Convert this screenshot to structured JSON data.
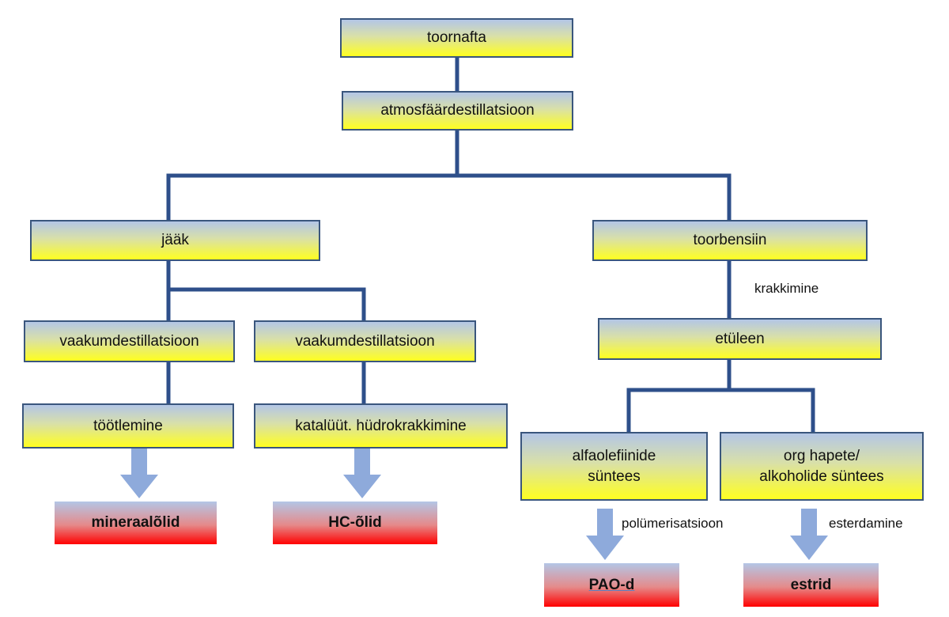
{
  "colors": {
    "connector": "#2e4f8a",
    "arrow": "#8eaadb",
    "box_border": "#3a567d"
  },
  "nodes": {
    "toornafta": "toornafta",
    "atmosfaar": "atmosfäärdestillatsioon",
    "jaak": "jääk",
    "toorbensiin": "toorbensiin",
    "vaakum1": "vaakumdestillatsioon",
    "vaakum2": "vaakumdestillatsioon",
    "etuleen": "etüleen",
    "tootlemine": "töötlemine",
    "hudrokrakk": "katalüüt. hüdrokrakkimine",
    "alfa_line1": "alfaolefiinide",
    "alfa_line2": "süntees",
    "org_line1": "org hapete/",
    "org_line2": "alkoholide süntees",
    "mineraal": "mineraalõlid",
    "hc": "HC-õlid",
    "pao": "PAO-d",
    "estrid": "estrid"
  },
  "edge_labels": {
    "krakkimine": "krakkimine",
    "polumerisatsioon": "polümerisatsioon",
    "esterdamine": "esterdamine"
  }
}
